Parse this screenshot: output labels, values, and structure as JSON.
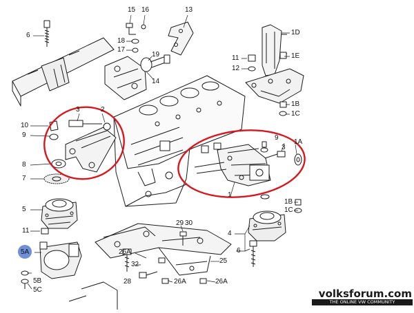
{
  "callouts": [
    "1",
    "1A",
    "1B",
    "1C",
    "1D",
    "1E",
    "2",
    "3",
    "3",
    "4",
    "5",
    "5A",
    "5B",
    "5C",
    "6",
    "6",
    "7",
    "8",
    "9",
    "9",
    "10",
    "11",
    "11",
    "12",
    "13",
    "14",
    "15",
    "16",
    "17",
    "18",
    "19",
    "25",
    "26A",
    "26A",
    "26A",
    "28",
    "29",
    "30",
    "32"
  ],
  "watermark": {
    "brand": "volksforum.com",
    "tagline": "THE ONLINE VW COMMUNITY"
  },
  "colors": {
    "highlight": "#d8161c",
    "badge": "#6f8fd8",
    "ink": "#1a1a1a"
  }
}
